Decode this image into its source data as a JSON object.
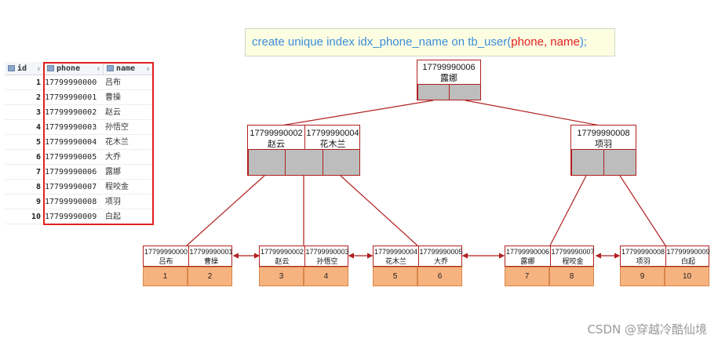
{
  "sql": {
    "prefix": "create unique index idx_phone_name on tb_user(",
    "cols": "phone, name",
    "suffix": ");"
  },
  "table": {
    "headers": {
      "id": "id",
      "phone": "phone",
      "name": "name"
    },
    "sort_glyph": "⇕",
    "rows": [
      {
        "id": "1",
        "phone": "17799990000",
        "name": "吕布"
      },
      {
        "id": "2",
        "phone": "17799990001",
        "name": "曹操"
      },
      {
        "id": "3",
        "phone": "17799990002",
        "name": "赵云"
      },
      {
        "id": "4",
        "phone": "17799990003",
        "name": "孙悟空"
      },
      {
        "id": "5",
        "phone": "17799990004",
        "name": "花木兰"
      },
      {
        "id": "6",
        "phone": "17799990005",
        "name": "大乔"
      },
      {
        "id": "7",
        "phone": "17799990006",
        "name": "露娜"
      },
      {
        "id": "8",
        "phone": "17799990007",
        "name": "程咬金"
      },
      {
        "id": "9",
        "phone": "17799990008",
        "name": "项羽"
      },
      {
        "id": "10",
        "phone": "17799990009",
        "name": "白起"
      }
    ]
  },
  "tree": {
    "root": [
      {
        "phone": "17799990006",
        "name": "露娜"
      }
    ],
    "internal_left": [
      {
        "phone": "17799990002",
        "name": "赵云"
      },
      {
        "phone": "17799990004",
        "name": "花木兰"
      }
    ],
    "internal_right": [
      {
        "phone": "17799990008",
        "name": "项羽"
      }
    ],
    "leaves": [
      [
        {
          "phone": "17799990000",
          "name": "吕布",
          "id": "1"
        },
        {
          "phone": "17799990001",
          "name": "曹操",
          "id": "2"
        }
      ],
      [
        {
          "phone": "17799990002",
          "name": "赵云",
          "id": "3"
        },
        {
          "phone": "17799990003",
          "name": "孙悟空",
          "id": "4"
        }
      ],
      [
        {
          "phone": "17799990004",
          "name": "花木兰",
          "id": "5"
        },
        {
          "phone": "17799990005",
          "name": "大乔",
          "id": "6"
        }
      ],
      [
        {
          "phone": "17799990006",
          "name": "露娜",
          "id": "7"
        },
        {
          "phone": "17799990007",
          "name": "程咬金",
          "id": "8"
        }
      ],
      [
        {
          "phone": "17799990008",
          "name": "项羽",
          "id": "9"
        },
        {
          "phone": "17799990009",
          "name": "白起",
          "id": "10"
        }
      ]
    ]
  },
  "watermark": "CSDN @穿越冷酷仙境",
  "colors": {
    "line": "#b02020",
    "leaf_fill": "#f6b380",
    "pointer_fill": "#bdbdbd",
    "sql_text": "#3b8ed8",
    "highlight": "#e02020"
  }
}
